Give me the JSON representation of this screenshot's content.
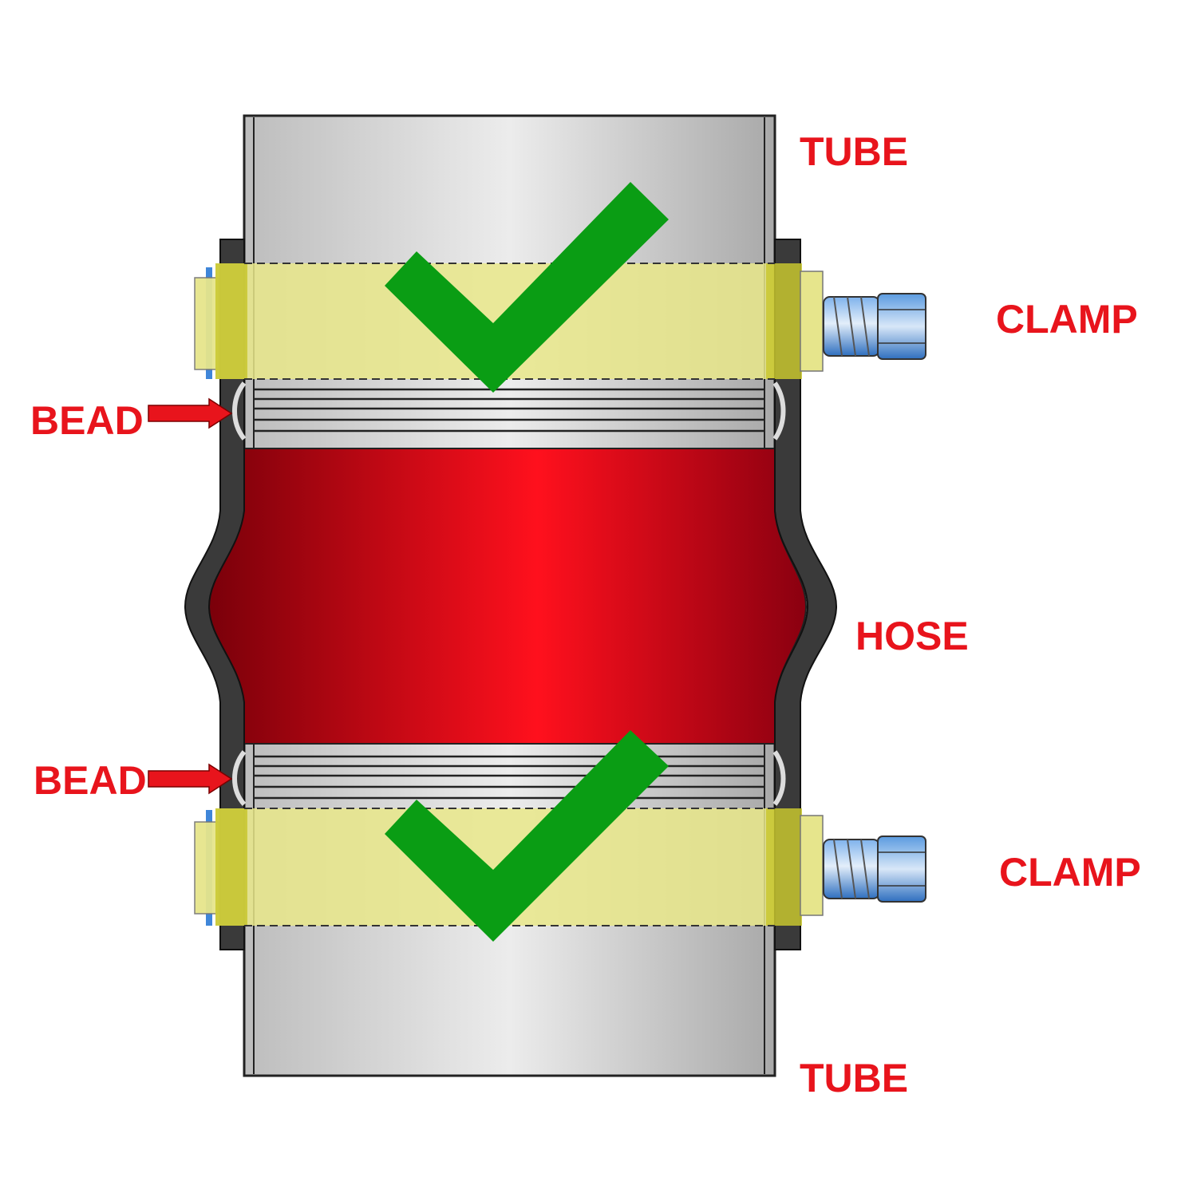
{
  "labels": {
    "tube_top": "TUBE",
    "tube_bottom": "TUBE",
    "clamp_top": "CLAMP",
    "clamp_bottom": "CLAMP",
    "hose": "HOSE",
    "bead_top": "BEAD",
    "bead_bottom": "BEAD"
  },
  "colors": {
    "label_red": "#e8141c",
    "arrow_red": "#e8141c",
    "check_green": "#0a9d14",
    "hose_wall": "#3a3a3a",
    "clamp_band": "#e6e58c",
    "hose_red": "#d9000e",
    "worm_screw_blue": "#3f86d9"
  },
  "icons": {
    "check_top": "checkmark-icon",
    "check_bottom": "checkmark-icon",
    "arrow_top": "right-arrow-icon",
    "arrow_bottom": "right-arrow-icon"
  }
}
